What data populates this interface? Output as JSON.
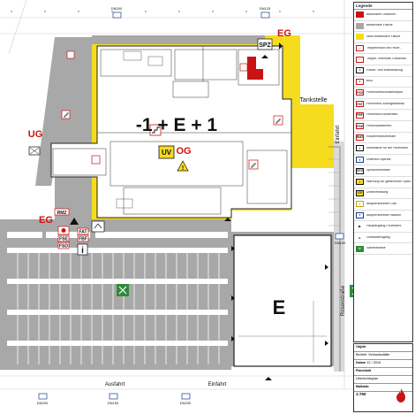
{
  "plan": {
    "labels": {
      "center": "-1 + E + 1",
      "og": "OG",
      "uv": "UV",
      "ug": "UG",
      "eg_top": "EG",
      "eg_left": "EG",
      "spz": "SPZ",
      "tankstelle": "Tankstelle",
      "e_block": "E",
      "ausfahrt": "Ausfahrt",
      "einfahrt_bottom": "Einfahrt",
      "einfahrt_right": "Einfahrt",
      "rosenstrasse": "Rosenstraße",
      "rmz": "RMZ",
      "fat": "FAT",
      "fbf": "FBF",
      "fse": "FSE",
      "fsd": "FSD",
      "dn200_top": "DN200",
      "dn125": "DN125",
      "dn150_right": "DN150",
      "dn200_bottom": "DN200",
      "dn150_bottom": "DN150",
      "dn200_bottom2": "DN200"
    }
  },
  "legend": {
    "title": "Legende",
    "items": [
      {
        "sym": "red",
        "text": "Besondere Gefahren"
      },
      {
        "sym": "grey",
        "text": "Befahrbare Fläche"
      },
      {
        "sym": "yellow",
        "text": "Nicht befahrbare Fläche"
      },
      {
        "sym": "stair",
        "text": "Treppenraum mit Feuer-"
      },
      {
        "sym": "stair2",
        "text": "Treppe, innerhalb Geschoss"
      },
      {
        "sym": "smoke",
        "text": "Rauch- und Wärmeabzug"
      },
      {
        "sym": "bmz",
        "text": "BMZ"
      },
      {
        "sym": "fsd",
        "text": "Feuerwehrschlüsseldepot"
      },
      {
        "sym": "fat",
        "text": "Feuerwehr-Anzeigetableau"
      },
      {
        "sym": "fbf",
        "text": "Feuerwehr-Bedienfeld"
      },
      {
        "sym": "fse",
        "text": "Freischaltelement"
      },
      {
        "sym": "rmz",
        "text": "Rauchmeldezentrale"
      },
      {
        "sym": "info",
        "text": "Information für die Feuerwehr"
      },
      {
        "sym": "hydrant",
        "text": "Unterflur-Hydrant"
      },
      {
        "sym": "spz",
        "text": "Sprinklerzentrale"
      },
      {
        "sym": "warn",
        "text": "Warnung vor gefährlicher Spannung"
      },
      {
        "sym": "uv",
        "text": "Unterverteilung"
      },
      {
        "sym": "gas",
        "text": "Absperrschieber Gas"
      },
      {
        "sym": "water",
        "text": "Absperrschieber Wasser"
      },
      {
        "sym": "tri",
        "text": "Hauptzugang Feuerwehr"
      },
      {
        "sym": "tri2",
        "text": "Gebäudezugang"
      },
      {
        "sym": "green",
        "text": "Sammelstelle"
      }
    ]
  },
  "titleblock": {
    "objekt_label": "Objekt",
    "objekt_value": "Betrieb: Verkaufsstätte",
    "datum_label": "Datum",
    "datum_value": "12 / 2016",
    "plan_label": "Planinhalt",
    "plan_value": "Übersichtsplan",
    "massstab_label": "Maßstab",
    "massstab_value": "1:750"
  },
  "colors": {
    "yellow": "#f5dc1e",
    "grey": "#a8a8a8",
    "red": "#c81414",
    "green": "#2e8b3a",
    "outline": "#222222"
  }
}
